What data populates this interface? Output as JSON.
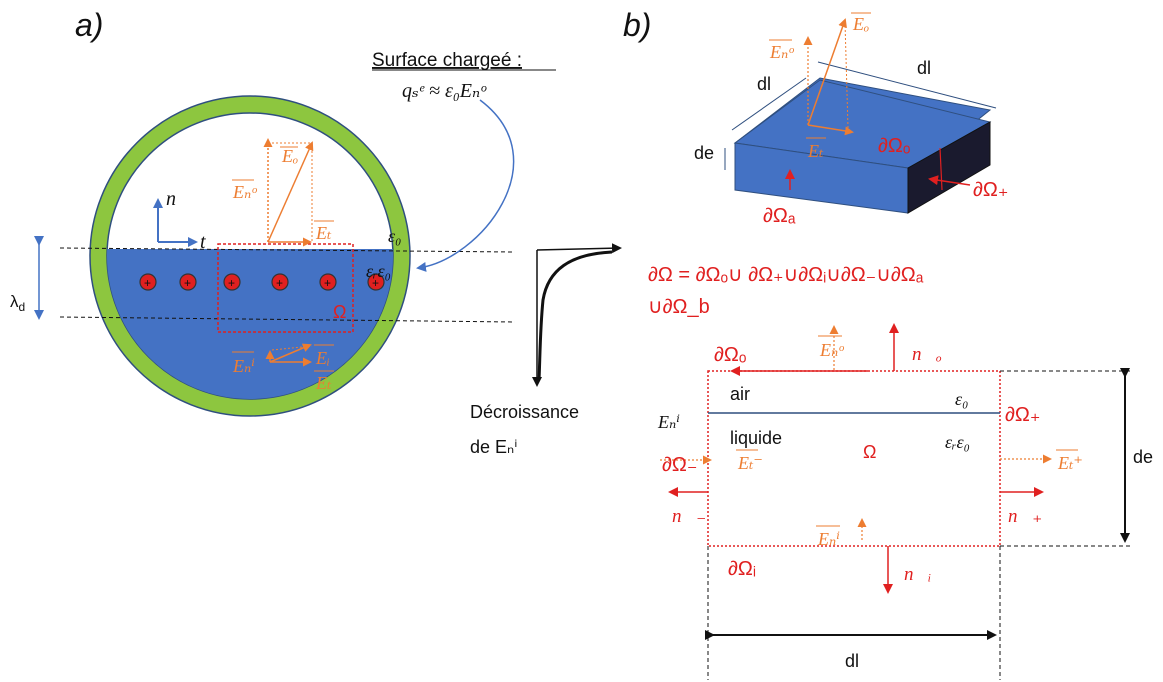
{
  "labels": {
    "part_a": "a)",
    "part_b": "b)",
    "surface_title": "Surface chargeé :",
    "surface_formula": "qₛᵉ ≈ ε₀Eₙᵒ",
    "lambda_d": "λ",
    "lambda_d_sub": "d",
    "decroissance_line1": "Décroissance",
    "decroissance_line2": "de Eₙⁱ",
    "eps0": "ε₀",
    "epsr_eps0": "εᵣε₀",
    "omega": "Ω",
    "n_vec": "n⃗",
    "t_vec": "t⃗",
    "Eo": "Eₒ",
    "Eno": "Eₙᵒ",
    "Et": "Eₜ",
    "Ei": "Eᵢ",
    "Eni": "Eₙⁱ",
    "dl": "dl",
    "de": "de",
    "dOmega_o": "∂Ωₒ",
    "dOmega_plus": "∂Ω₊",
    "dOmega_minus": "∂Ω₋",
    "dOmega_a": "∂Ωₐ",
    "dOmega_i": "∂Ωᵢ",
    "union_line1": "∂Ω = ∂Ωₒ∪ ∂Ω₊∪∂Ωᵢ∪∂Ω₋∪∂Ωₐ",
    "union_line2": "∪∂Ω_b",
    "air": "air",
    "liquide": "liquide",
    "Et_minus": "Eₜ⁻",
    "Et_plus": "Eₜ⁺",
    "n_o": "n⃗ₒ",
    "n_i": "n⃗ᵢ",
    "n_plus": "n⃗₊",
    "n_minus": "n⃗₋",
    "charge_sign": "+"
  },
  "colors": {
    "green_ring": "#8dc63f",
    "blue_liquid": "#4472c4",
    "red": "#e02020",
    "orange": "#ed7d31",
    "dark_side": "#1a1a2e"
  }
}
